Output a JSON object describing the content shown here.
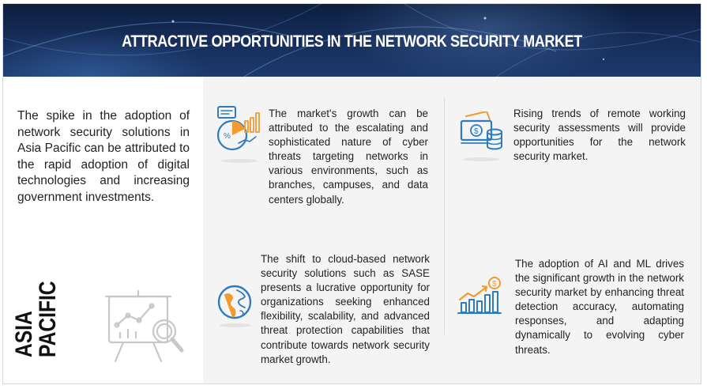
{
  "header": {
    "title": "ATTRACTIVE OPPORTUNITIES IN THE NETWORK SECURITY MARKET"
  },
  "left": {
    "summary": "The spike in the adoption of network security solutions in Asia Pacific can be attributed to the rapid adoption of digital technologies and increasing government investments.",
    "region_line1": "ASIA",
    "region_line2": "PACIFIC",
    "illustration_icon": "analytics-board-magnifier-icon"
  },
  "cards": [
    {
      "icon": "analytics-chart-icon",
      "text": "The market's growth can be attributed to the escalating and sophisticated nature of cyber threats targeting networks in various environments, such as branches, campuses, and data centers globally."
    },
    {
      "icon": "money-coins-icon",
      "text": "Rising trends of remote working security assessments will provide opportunities for the network security market."
    },
    {
      "icon": "globe-icon",
      "text": "The shift to cloud-based network security solutions such as SASE presents a lucrative opportunity for organizations seeking enhanced flexibility, scalability, and advanced threat protection capabilities that contribute towards network security market growth."
    },
    {
      "icon": "growth-chart-dollar-icon",
      "text": "The adoption of AI and ML drives the significant growth in the network security market by enhancing threat detection accuracy, automating responses, and adapting dynamically to evolving cyber threats."
    }
  ],
  "colors": {
    "header_dark": "#0d1f3f",
    "icon_blue": "#2e7bbf",
    "icon_orange": "#f29a2e",
    "panel_gray": "#f4f4f4"
  }
}
